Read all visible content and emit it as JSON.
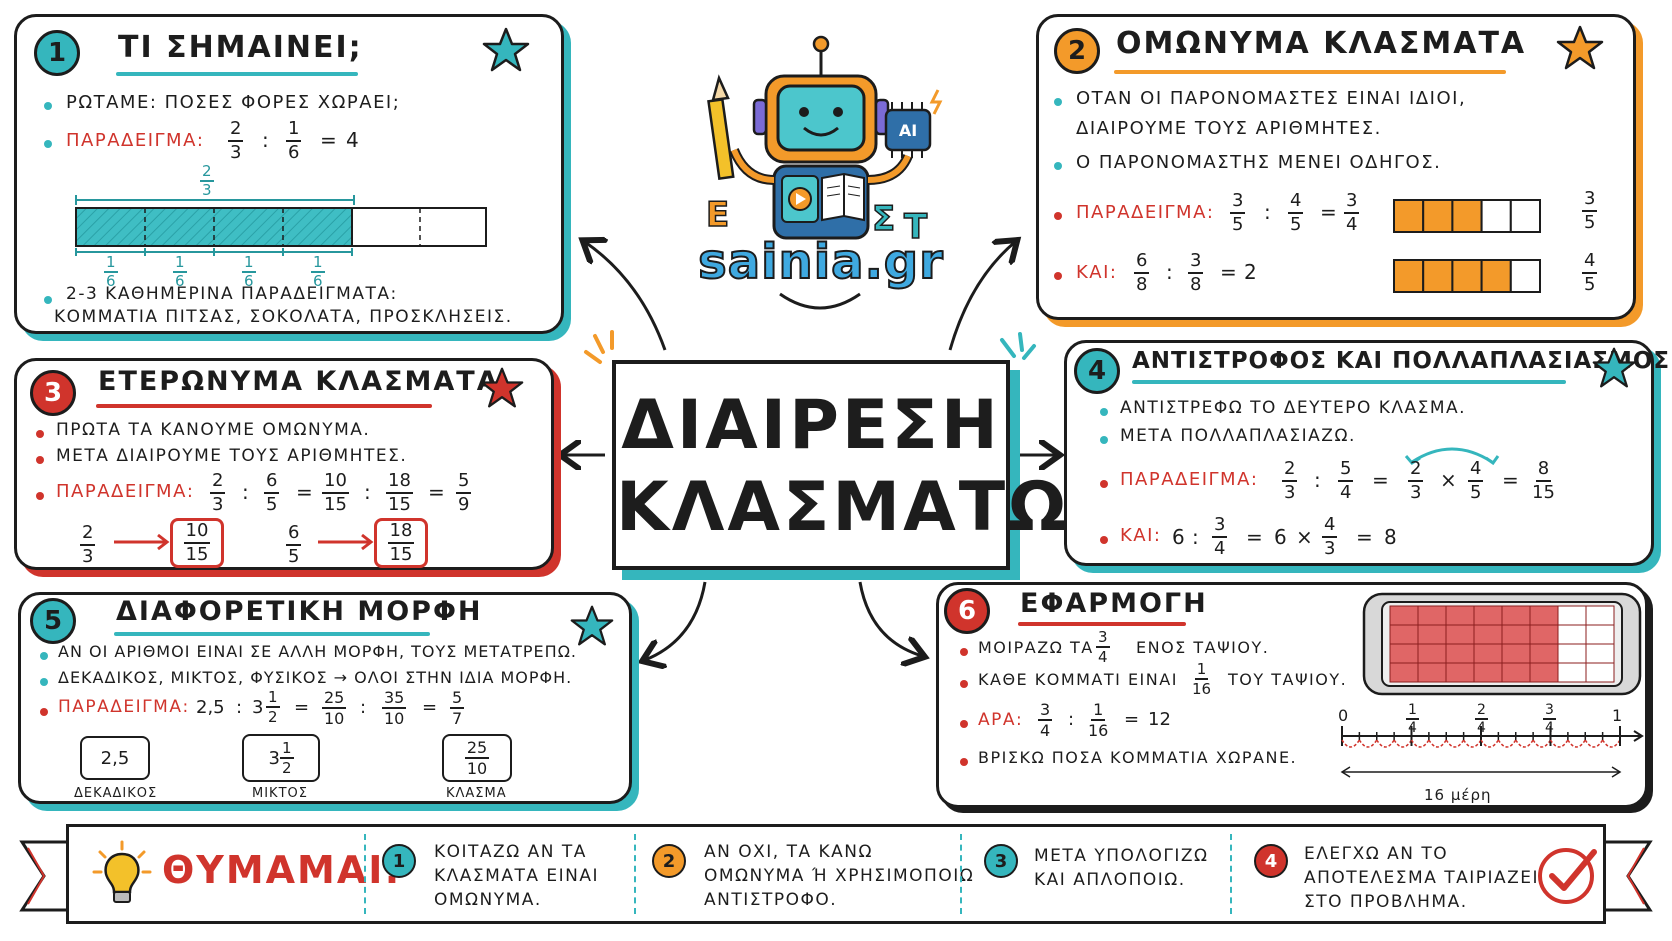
{
  "center": {
    "line1": "ΔΙΑΙΡΕΣΗ",
    "line2": "ΚΛΑΣΜΑΤΩΝ"
  },
  "logo": {
    "text": "sainia.gr",
    "chip": "AI",
    "letters": [
      "Ε",
      "Σ",
      "Τ"
    ]
  },
  "c1": {
    "num": "1",
    "title": "ΤΙ ΣΗΜΑΙΝΕΙ;",
    "b1": "ΡΩΤΑΜΕ: ΠΟΣΕΣ ΦΟΡΕΣ ΧΩΡΑΕΙ;",
    "ex_label": "ΠΑΡΑΔΕΙΓΜΑ:",
    "f1": {
      "n": "2",
      "d": "3"
    },
    "op1": ":",
    "f2": {
      "n": "1",
      "d": "6"
    },
    "eq": "=",
    "res": "4",
    "bar_top": {
      "n": "2",
      "d": "3"
    },
    "bar_sixth": {
      "n": "1",
      "d": "6"
    },
    "b3": "2-3 ΚΑΘΗΜΕΡΙΝΑ ΠΑΡΑΔΕΙΓΜΑΤΑ:",
    "b3b": "ΚΟΜΜΑΤΙΑ ΠΙΤΣΑΣ, ΣΟΚΟΛΑΤΑ, ΠΡΟΣΚΛΗΣΕΙΣ."
  },
  "c2": {
    "num": "2",
    "title": "ΟΜΩΝΥΜΑ ΚΛΑΣΜΑΤΑ",
    "b1a": "ΟΤΑΝ ΟΙ ΠΑΡΟΝΟΜΑΣΤΕΣ ΕΙΝΑΙ ΙΔΙΟΙ,",
    "b1b": "ΔΙΑΙΡΟΥΜΕ ΤΟΥΣ ΑΡΙΘΜΗΤΕΣ.",
    "b2": "Ο ΠΑΡΟΝΟΜΑΣΤΗΣ ΜΕΝΕΙ ΟΔΗΓΟΣ.",
    "ex_label": "ΠΑΡΑΔΕΙΓΜΑ:",
    "e1": {
      "f1n": "3",
      "f1d": "5",
      "op": ":",
      "f2n": "4",
      "f2d": "5",
      "eq": "=",
      "rn": "3",
      "rd": "4"
    },
    "kai_label": "ΚΑΙ:",
    "e2": {
      "f1n": "6",
      "f1d": "8",
      "op": ":",
      "f2n": "3",
      "f2d": "8",
      "eq": "=",
      "res": "2"
    },
    "bar1_label": {
      "n": "3",
      "d": "5"
    },
    "bar2_label": {
      "n": "4",
      "d": "5"
    },
    "bar1_fill": 0.6,
    "bar2_fill": 0.8,
    "accent": "#f39a2a"
  },
  "c3": {
    "num": "3",
    "title": "ΕΤΕΡΩΝΥΜΑ ΚΛΑΣΜΑΤΑ",
    "b1": "ΠΡΩΤΑ ΤΑ ΚΑΝΟΥΜΕ ΟΜΩΝΥΜΑ.",
    "b2": "ΜΕΤΑ ΔΙΑΙΡΟΥΜΕ ΤΟΥΣ ΑΡΙΘΜΗΤΕΣ.",
    "ex_label": "ΠΑΡΑΔΕΙΓΜΑ:",
    "e": {
      "a_n": "2",
      "a_d": "3",
      "op1": ":",
      "b_n": "6",
      "b_d": "5",
      "eq1": "=",
      "c_n": "10",
      "c_d": "15",
      "op2": ":",
      "d_n": "18",
      "d_d": "15",
      "eq2": "=",
      "r_n": "5",
      "r_d": "9"
    },
    "conv1": {
      "from_n": "2",
      "from_d": "3",
      "to_n": "10",
      "to_d": "15"
    },
    "conv2": {
      "from_n": "6",
      "from_d": "5",
      "to_n": "18",
      "to_d": "15"
    }
  },
  "c4": {
    "num": "4",
    "title": "ΑΝΤΙΣΤΡΟΦΟΣ ΚΑΙ ΠΟΛΛΑΠΛΑΣΙΑΣΜΟΣ",
    "b1": "ΑΝΤΙΣΤΡΕΦΩ ΤΟ ΔΕΥΤΕΡΟ ΚΛΑΣΜΑ.",
    "b2": "ΜΕΤΑ ΠΟΛΛΑΠΛΑΣΙΑΖΩ.",
    "ex_label": "ΠΑΡΑΔΕΙΓΜΑ:",
    "e": {
      "a_n": "2",
      "a_d": "3",
      "op1": ":",
      "b_n": "5",
      "b_d": "4",
      "eq1": "=",
      "c_n": "2",
      "c_d": "3",
      "x": "×",
      "d_n": "4",
      "d_d": "5",
      "eq2": "=",
      "r_n": "8",
      "r_d": "15"
    },
    "kai_label": "ΚΑΙ:",
    "e2": {
      "w": "6",
      "op": ":",
      "a_n": "3",
      "a_d": "4",
      "eq1": "=",
      "w2": "6",
      "x": "×",
      "b_n": "4",
      "b_d": "3",
      "eq2": "=",
      "res": "8"
    }
  },
  "c5": {
    "num": "5",
    "title": "ΔΙΑΦΟΡΕΤΙΚΗ ΜΟΡΦΗ",
    "b1": "ΑΝ ΟΙ ΑΡΙΘΜΟΙ ΕΙΝΑΙ ΣΕ ΑΛΛΗ ΜΟΡΦΗ, ΤΟΥΣ ΜΕΤΑΤΡΕΠΩ.",
    "b2": "ΔΕΚΑΔΙΚΟΣ, ΜΙΚΤΟΣ, ΦΥΣΙΚΟΣ → ΟΛΟΙ ΣΤΗΝ ΙΔΙΑ ΜΟΡΦΗ.",
    "ex_label": "ΠΑΡΑΔΕΙΓΜΑ:",
    "e": {
      "dec": "2,5",
      "op1": ":",
      "whole": "3",
      "m_n": "1",
      "m_d": "2",
      "eq1": "=",
      "a_n": "25",
      "a_d": "10",
      "op2": ":",
      "b_n": "35",
      "b_d": "10",
      "eq2": "=",
      "r_n": "5",
      "r_d": "7"
    },
    "box1": {
      "val": "2,5",
      "label": "ΔΕΚΑΔΙΚΟΣ"
    },
    "box2": {
      "whole": "3",
      "n": "1",
      "d": "2",
      "label": "ΜΙΚΤΟΣ"
    },
    "box3": {
      "n": "25",
      "d": "10",
      "label": "ΚΛΑΣΜΑ"
    }
  },
  "c6": {
    "num": "6",
    "title": "ΕΦΑΡΜΟΓΗ",
    "b1a": "ΜΟΙΡΑΖΩ ΤΑ",
    "b1_n": "3",
    "b1_d": "4",
    "b1b": "ΕΝΟΣ ΤΑΨΙΟΥ.",
    "b2a": "ΚΑΘΕ ΚΟΜΜΑΤΙ ΕΙΝΑΙ",
    "b2_n": "1",
    "b2_d": "16",
    "b2b": "ΤΟΥ ΤΑΨΙΟΥ.",
    "ara_label": "ΑΡΑ:",
    "e": {
      "a_n": "3",
      "a_d": "4",
      "op": ":",
      "b_n": "1",
      "b_d": "16",
      "eq": "=",
      "res": "12"
    },
    "b4": "ΒΡΙΣΚΩ ΠΟΣΑ ΚΟΜΜΑΤΙΑ ΧΩΡΑΝΕ.",
    "nl_start": "0",
    "nl_end": "1",
    "nl_ticks": [
      {
        "n": "1",
        "d": "4"
      },
      {
        "n": "2",
        "d": "4"
      },
      {
        "n": "3",
        "d": "4"
      }
    ],
    "nl_span": "16 μέρη",
    "tray_filled_fraction": 0.75
  },
  "banner": {
    "title": "ΘΥΜΑΜΑΙ:",
    "s1": {
      "num": "1",
      "l1": "ΚΟΙΤΑΖΩ ΑΝ ΤΑ",
      "l2": "ΚΛΑΣΜΑΤΑ ΕΙΝΑΙ",
      "l3": "ΟΜΩΝΥΜΑ."
    },
    "s2": {
      "num": "2",
      "l1": "ΑΝ ΟΧΙ, ΤΑ ΚΑΝΩ",
      "l2": "ΟΜΩΝΥΜΑ Ή ΧΡΗΣΙΜΟΠΟΙΩ",
      "l3": "ΑΝΤΙΣΤΡΟΦΟ."
    },
    "s3": {
      "num": "3",
      "l1": "ΜΕΤΑ ΥΠΟΛΟΓΙΖΩ",
      "l2": "ΚΑΙ ΑΠΛΟΠΟΙΩ."
    },
    "s4": {
      "num": "4",
      "l1": "ΕΛΕΓΧΩ ΑΝ ΤΟ",
      "l2": "ΑΠΟΤΕΛΕΣΜΑ ΤΑΙΡΙΑΖΕΙ",
      "l3": "ΣΤΟ ΠΡΟΒΛΗΜΑ."
    }
  },
  "colors": {
    "teal": "#35b6bd",
    "orange": "#f39a2a",
    "red": "#d0342c"
  },
  "icons": [
    "star-icon",
    "robot-icon",
    "pencil-icon",
    "lightbulb-icon",
    "checkmark-icon",
    "baking-tray-icon",
    "arrow-icon"
  ]
}
